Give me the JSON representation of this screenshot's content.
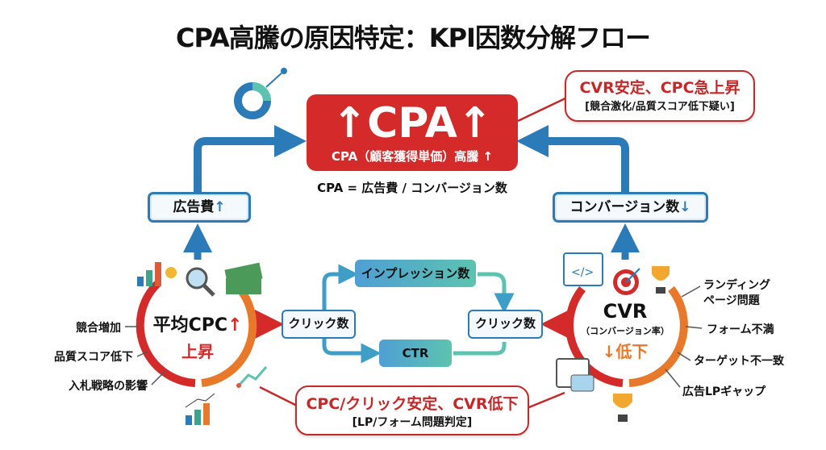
{
  "title": "CPA高騰の原因特定：KPI因数分解フロー",
  "cpa": {
    "big": "↑CPA↑",
    "sub": "CPA（顧客獲得単価）高騰 ↑",
    "formula": "CPA = 広告費 / コンバージョン数"
  },
  "callout_top": {
    "headline": "CVR安定、CPC急上昇",
    "detail": "[競合激化/品質スコア低下疑い]"
  },
  "callout_bottom": {
    "headline": "CPC/クリック安定、CVR低下",
    "detail": "[LP/フォーム問題判定]"
  },
  "ad_cost": {
    "label": "広告費",
    "arrow": "↑"
  },
  "conversions": {
    "label": "コンバージョン数",
    "arrow": "↓"
  },
  "cpc": {
    "title": "平均CPC",
    "arrow": "↑",
    "status": "上昇",
    "factors": [
      "競合増加",
      "品質スコア低下",
      "入札戦略の影響"
    ]
  },
  "cvr": {
    "title": "CVR",
    "subtitle": "（コンバージョン率）",
    "status": "↓低下",
    "factors": [
      "ランディング\nページ問題",
      "フォーム不満",
      "ターゲット不一致",
      "広告LPギャップ"
    ]
  },
  "flow": {
    "click_left": "クリック数",
    "impressions": "インプレッション数",
    "ctr": "CTR",
    "click_right": "クリック数"
  },
  "colors": {
    "red": "#d42a2a",
    "blue": "#2b7bb9",
    "orange": "#e8792a",
    "teal": "#5cc3b0"
  }
}
